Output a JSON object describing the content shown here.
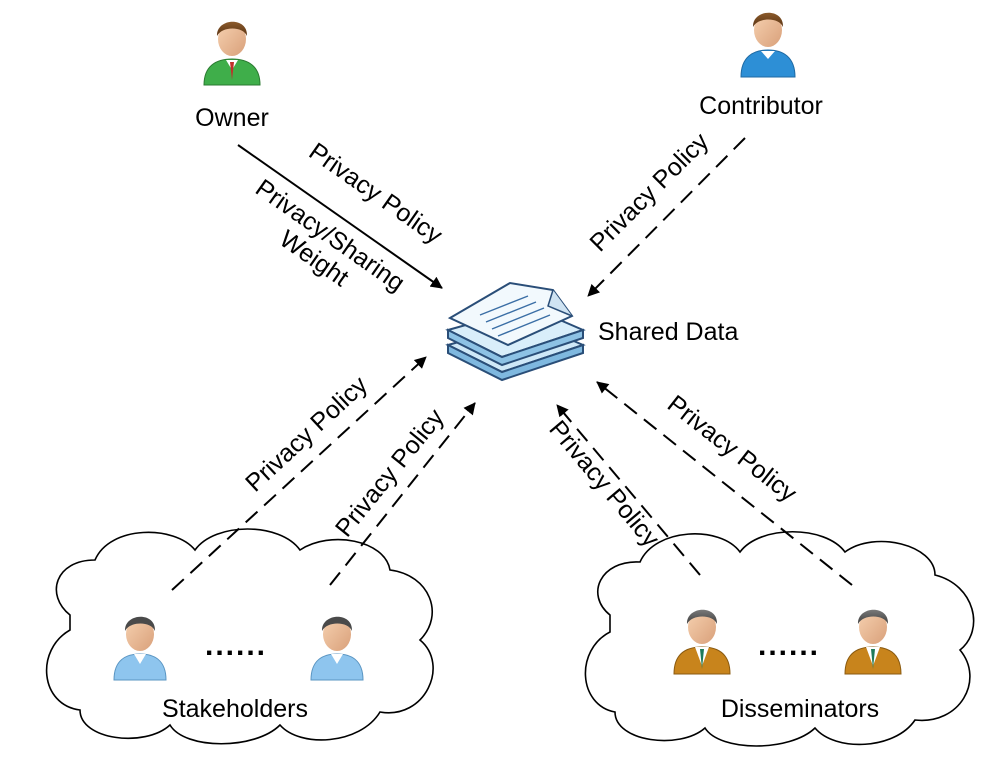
{
  "nodes": {
    "owner": "Owner",
    "contributor": "Contributor",
    "shared_data": "Shared Data",
    "stakeholders": "Stakeholders",
    "disseminators": "Disseminators"
  },
  "edges": {
    "owner_policy": "Privacy Policy",
    "owner_weight_line1": "Privacy/Sharing",
    "owner_weight_line2": "Weight",
    "contributor_policy": "Privacy Policy",
    "stakeholder_policy_1": "Privacy Policy",
    "stakeholder_policy_2": "Privacy Policy",
    "disseminator_policy_1": "Privacy Policy",
    "disseminator_policy_2": "Privacy Policy"
  },
  "ellipsis": "......",
  "colors": {
    "owner_shirt": "#3fae4a",
    "contributor_shirt": "#2d8fd6",
    "stakeholder_shirt": "#8ec5ee",
    "disseminator_suit": "#c8841c",
    "document_fill": "#d6ecf8",
    "document_stroke": "#2a4e78"
  },
  "icons": {
    "owner": "person-icon",
    "contributor": "person-icon",
    "stakeholder": "person-icon",
    "disseminator": "businessman-icon",
    "shared_data": "stacked-documents-icon"
  }
}
